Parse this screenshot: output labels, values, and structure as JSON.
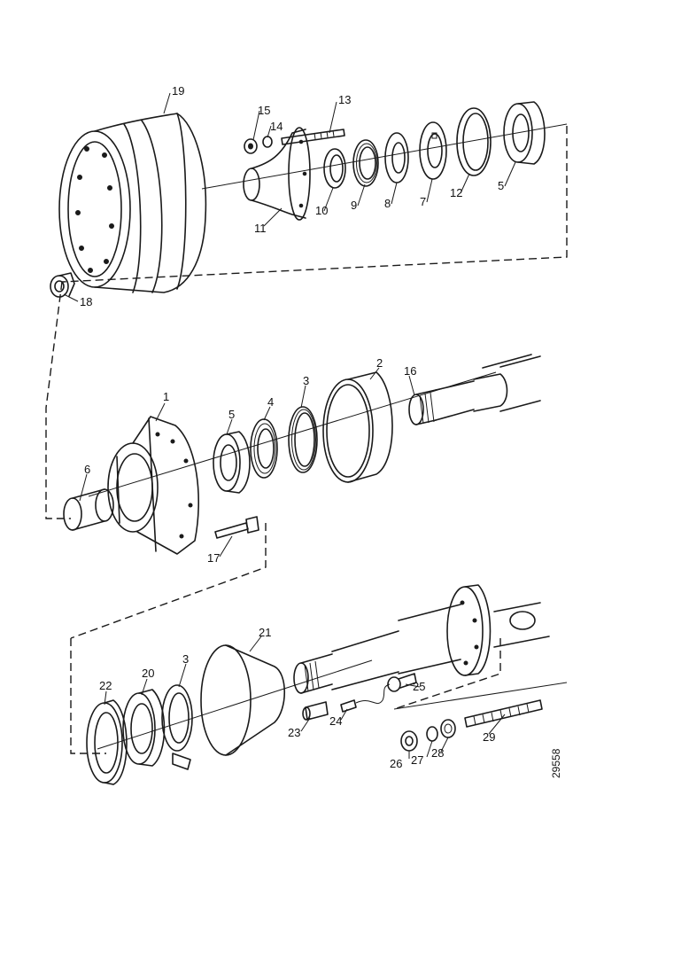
{
  "callouts": [
    {
      "id": "c19",
      "text": "19"
    },
    {
      "id": "c15a",
      "text": "15"
    },
    {
      "id": "c14",
      "text": "14"
    },
    {
      "id": "c13",
      "text": "13"
    },
    {
      "id": "c11",
      "text": "11"
    },
    {
      "id": "c10",
      "text": "10"
    },
    {
      "id": "c9",
      "text": "9"
    },
    {
      "id": "c8",
      "text": "8"
    },
    {
      "id": "c7",
      "text": "7"
    },
    {
      "id": "c12",
      "text": "12"
    },
    {
      "id": "c5a",
      "text": "5"
    },
    {
      "id": "c18",
      "text": "18"
    },
    {
      "id": "c1",
      "text": "1"
    },
    {
      "id": "c5b",
      "text": "5"
    },
    {
      "id": "c4",
      "text": "4"
    },
    {
      "id": "c3a",
      "text": "3"
    },
    {
      "id": "c2",
      "text": "2"
    },
    {
      "id": "c16",
      "text": "16"
    },
    {
      "id": "c6",
      "text": "6"
    },
    {
      "id": "c17",
      "text": "17"
    },
    {
      "id": "c21",
      "text": "21"
    },
    {
      "id": "c22",
      "text": "22"
    },
    {
      "id": "c20",
      "text": "20"
    },
    {
      "id": "c3b",
      "text": "3"
    },
    {
      "id": "c25",
      "text": "25"
    },
    {
      "id": "c23",
      "text": "23"
    },
    {
      "id": "c24",
      "text": "24"
    },
    {
      "id": "c29",
      "text": "29"
    },
    {
      "id": "c26",
      "text": "26"
    },
    {
      "id": "c27",
      "text": "27"
    },
    {
      "id": "c28",
      "text": "28"
    }
  ],
  "document_number": "29558"
}
